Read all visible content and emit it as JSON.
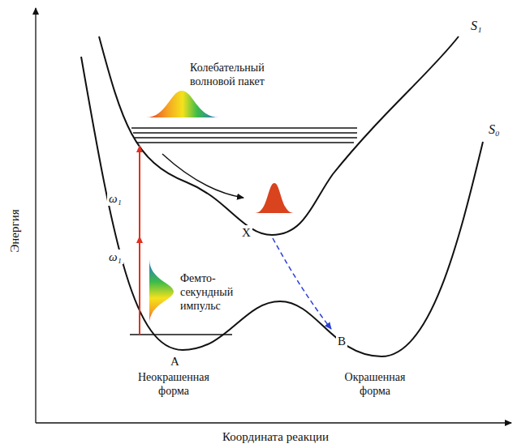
{
  "diagram": {
    "labels": [
      "Энергия",
      "Координата реакции",
      "S₁",
      "S₀",
      "Колебательный волновой пакет",
      "ω₁",
      "ω₁",
      "Фемто-секундный импульс",
      "X",
      "A",
      "B",
      "Неокрашенная форма",
      "Окрашенная форма"
    ]
  }
}
